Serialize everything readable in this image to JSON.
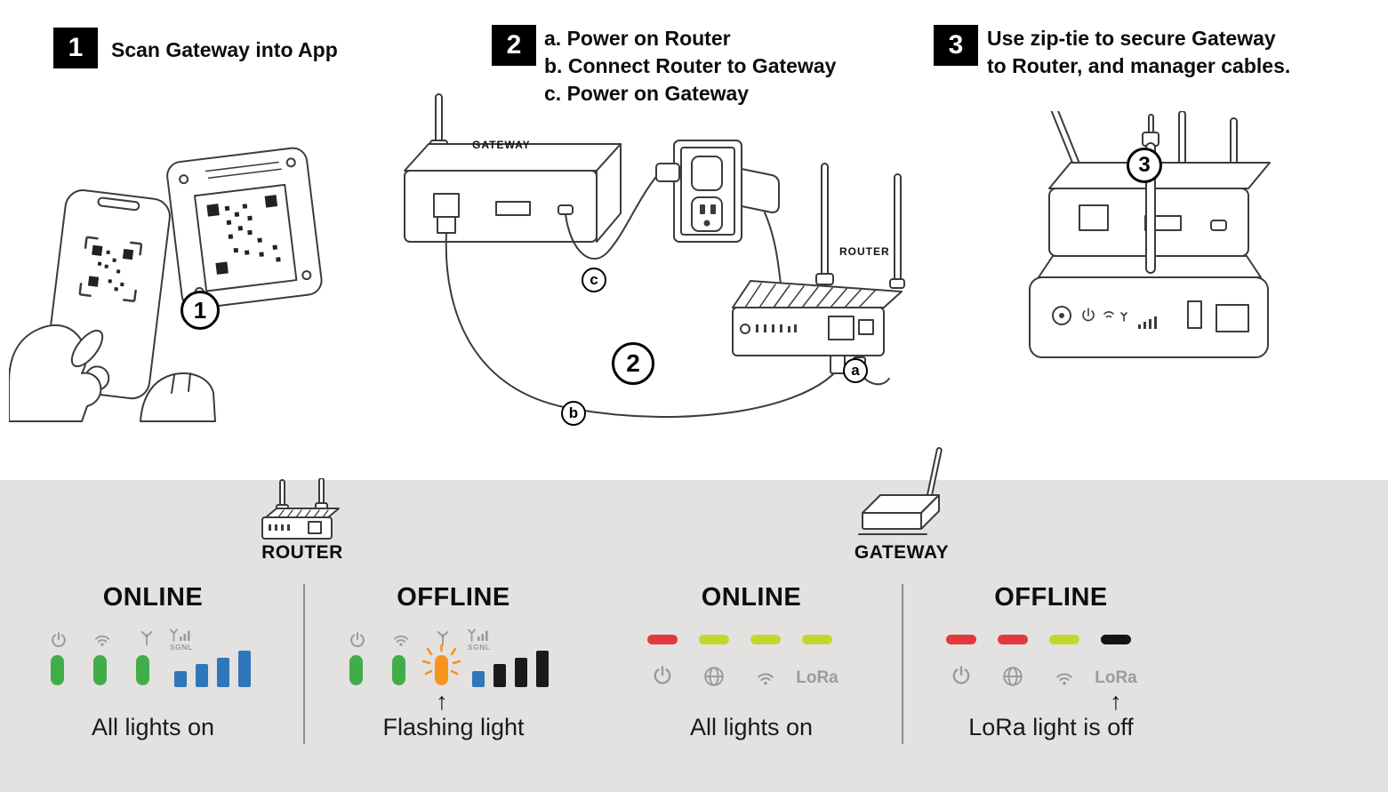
{
  "colors": {
    "panel_bg": "#e3e2e0",
    "led_green": "#41ad49",
    "led_orange": "#f7941e",
    "bar_blue": "#2e77bb",
    "bar_black": "#1a1a1a",
    "led_red": "#e23a3c",
    "led_yellow_green": "#c3d82e",
    "led_off": "#141414",
    "icon_gray": "#9b9b9b",
    "line_art": "#3b3b3b"
  },
  "steps": [
    {
      "number": "1",
      "lines": [
        "Scan Gateway into App"
      ]
    },
    {
      "number": "2",
      "lines": [
        "a. Power on Router",
        "b. Connect Router to Gateway",
        "c. Power on Gateway"
      ]
    },
    {
      "number": "3",
      "lines": [
        "Use zip-tie to secure Gateway",
        "to Router, and manager cables."
      ]
    }
  ],
  "illustrations": {
    "step1_callout": "1",
    "step2_callout": "2",
    "step3_callout": "3",
    "callout_a": "a",
    "callout_b": "b",
    "callout_c": "c",
    "gateway_label": "GATEWAY",
    "router_label": "ROUTER"
  },
  "panel": {
    "router": {
      "device_label": "ROUTER",
      "sgnl_label": "SGNL",
      "online": {
        "heading": "ONLINE",
        "caption": "All lights on",
        "leds": [
          "#41ad49",
          "#41ad49",
          "#41ad49"
        ],
        "bars": [
          "#2e77bb",
          "#2e77bb",
          "#2e77bb",
          "#2e77bb"
        ]
      },
      "offline": {
        "heading": "OFFLINE",
        "caption": "Flashing light",
        "arrow": "↑",
        "leds": [
          "#41ad49",
          "#41ad49",
          "#f7941e"
        ],
        "bars": [
          "#2e77bb",
          "#1a1a1a",
          "#1a1a1a",
          "#1a1a1a"
        ]
      }
    },
    "gateway": {
      "device_label": "GATEWAY",
      "lora_label": "LoRa",
      "online": {
        "heading": "ONLINE",
        "caption": "All lights on",
        "leds": [
          "#e23a3c",
          "#c3d82e",
          "#c3d82e",
          "#c3d82e"
        ]
      },
      "offline": {
        "heading": "OFFLINE",
        "caption": "LoRa light is off",
        "arrow": "↑",
        "leds": [
          "#e23a3c",
          "#e23a3c",
          "#c3d82e",
          "#141414"
        ]
      }
    }
  }
}
